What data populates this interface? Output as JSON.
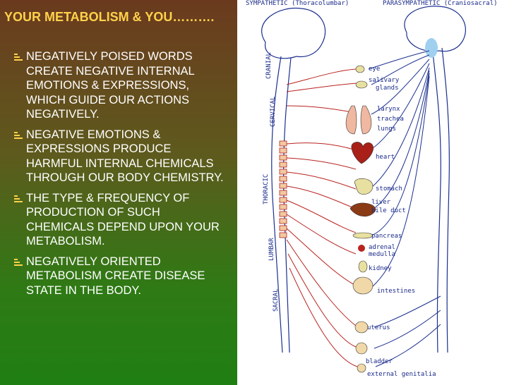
{
  "slide": {
    "title": "YOUR METABOLISM & YOU……….",
    "bullets": [
      "NEGATIVELY POISED WORDS CREATE NEGATIVE INTERNAL EMOTIONS & EXPRESSIONS, WHICH GUIDE OUR ACTIONS NEGATIVELY.",
      "NEGATIVE EMOTIONS & EXPRESSIONS PRODUCE HARMFUL INTERNAL CHEMICALS THROUGH OUR BODY CHEMISTRY.",
      " THE TYPE & FREQUENCY OF PRODUCTION OF SUCH CHEMICALS DEPEND UPON YOUR METABOLISM.",
      "NEGATIVELY ORIENTED METABOLISM CREATE DISEASE STATE IN THE BODY."
    ],
    "bullet_icon": "stacked-bars-icon",
    "colors": {
      "title": "#ffd24a",
      "text": "#ffffff",
      "panel_top": "#6b3a1e",
      "panel_bottom": "#1f7f12"
    }
  },
  "diagram": {
    "header_left": "SYMPATHETIC (Thoracolumbar)",
    "header_right": "PARASYMPATHETIC (Craniosacral)",
    "regions": [
      "CRANIAL",
      "CERVICAL",
      "THORACIC",
      "LUMBAR",
      "SACRAL"
    ],
    "organs": [
      "eye",
      "salivary",
      "glands",
      "larynx",
      "trachea",
      "lungs",
      "heart",
      "stomach",
      "liver",
      "bile duct",
      "pancreas",
      "adrenal",
      "medulla",
      "kidney",
      "intestines",
      "uterus",
      "bladder",
      "external genitalia"
    ],
    "colors": {
      "sympathetic": "#b8231f",
      "parasympathetic": "#1b2f8f",
      "labels": "#1a2a8a"
    }
  }
}
